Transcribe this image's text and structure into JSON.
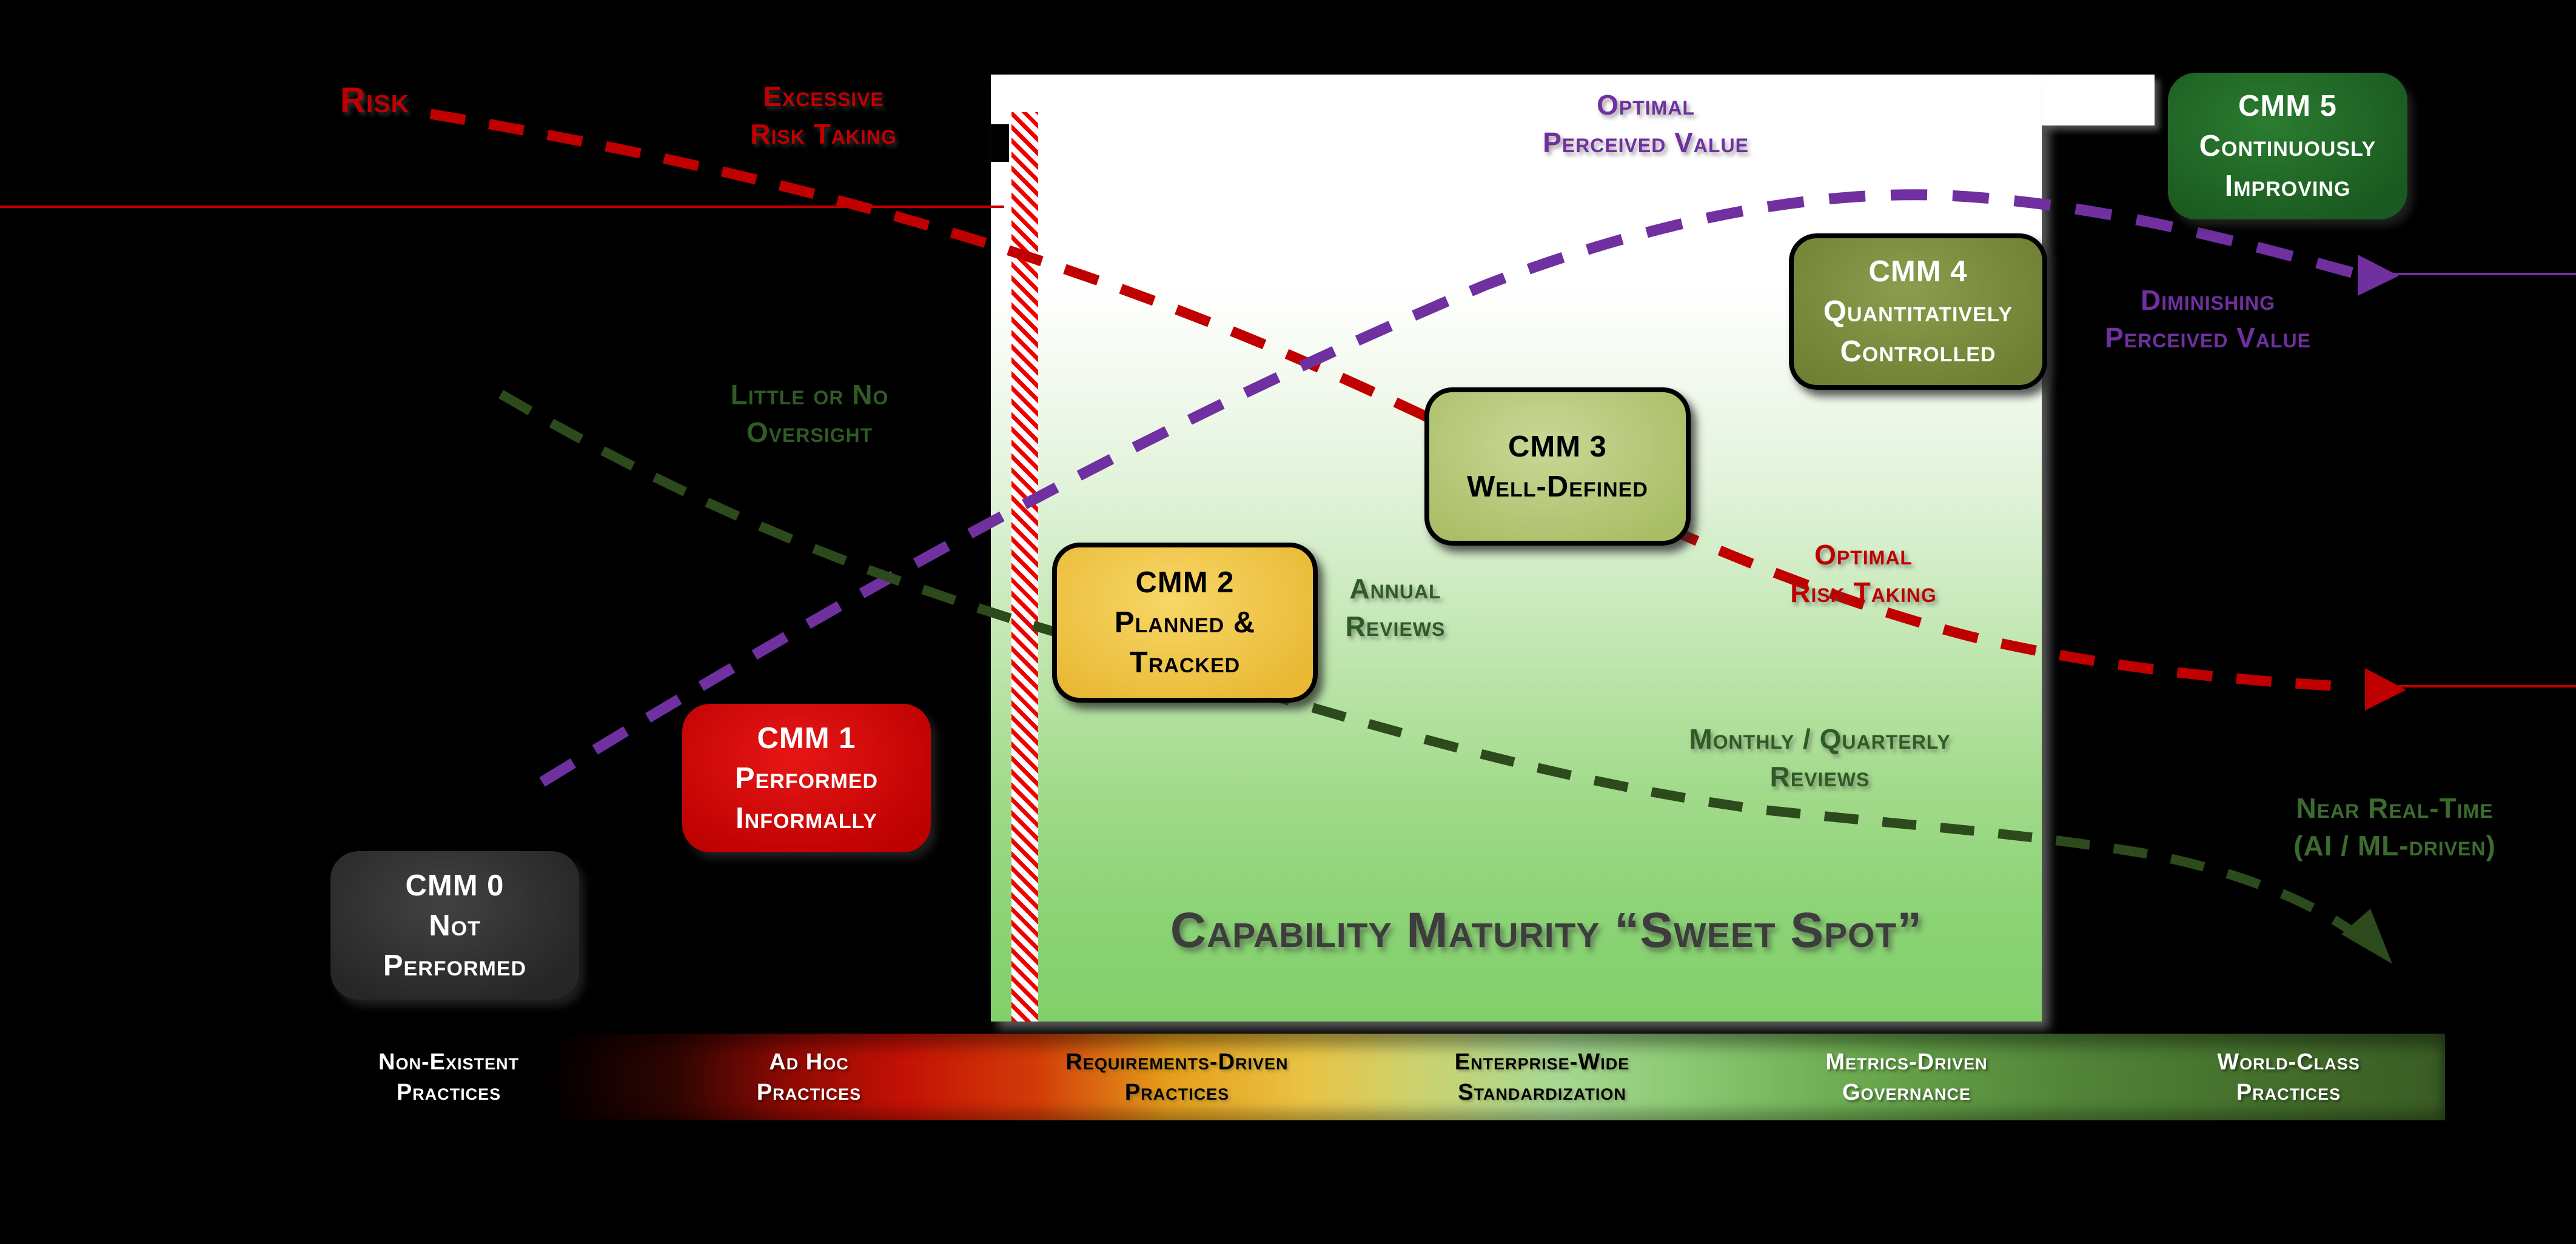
{
  "title": {
    "text": "Capability Maturity “Sweet Spot”"
  },
  "colors": {
    "risk_red": "#C00000",
    "value_purple": "#7030A0",
    "oversight_green": "#2C4A1B",
    "label_green": "#2F5B25",
    "near_real_time_green": "#3C6B2F",
    "title_gray": "#3D3D3D",
    "hatch_red": "#EE0000",
    "plot_green": "#82CF6A"
  },
  "curve_labels": {
    "risk": {
      "text": "Risk"
    },
    "excessive": {
      "line1": "Excessive",
      "line2": "Risk Taking"
    },
    "optimal_value": {
      "line1": "Optimal",
      "line2": "Perceived Value"
    },
    "diminishing": {
      "line1": "Diminishing",
      "line2": "Perceived Value"
    },
    "oversight": {
      "line1": "Little or No",
      "line2": "Oversight"
    },
    "annual": {
      "line1": "Annual",
      "line2": "Reviews"
    },
    "optimal_risk": {
      "line1": "Optimal",
      "line2": "Risk Taking"
    },
    "monthly": {
      "line1": "Monthly / Quarterly",
      "line2": "Reviews"
    },
    "near_real_time": {
      "line1": "Near Real-Time",
      "line2": "(AI / ML-driven)"
    }
  },
  "cmm_boxes": [
    {
      "id": "cmm0",
      "line1": "CMM 0",
      "line2": "Not",
      "line3": "Performed",
      "fill": "#2F2F2F",
      "text_color": "#FFFFFF"
    },
    {
      "id": "cmm1",
      "line1": "CMM 1",
      "line2": "Performed",
      "line3": "Informally",
      "fill": "#D40E0E",
      "text_color": "#FFFFFF"
    },
    {
      "id": "cmm2",
      "line1": "CMM 2",
      "line2": "Planned &",
      "line3": "Tracked",
      "fill": "#F0C94C",
      "text_color": "#000000"
    },
    {
      "id": "cmm3",
      "line1": "CMM 3",
      "line2": "Well-Defined",
      "line3": "",
      "fill": "#B9CD7E",
      "text_color": "#000000"
    },
    {
      "id": "cmm4",
      "line1": "CMM 4",
      "line2": "Quantitatively",
      "line3": "Controlled",
      "fill": "#7E8F3E",
      "text_color": "#FFFFFF"
    },
    {
      "id": "cmm5",
      "line1": "CMM 5",
      "line2": "Continuously",
      "line3": "Improving",
      "fill": "#226B27",
      "text_color": "#FFFFFF"
    }
  ],
  "maturity_bar": {
    "labels": [
      {
        "line1": "Non-Existent",
        "line2": "Practices",
        "color": "#FFFFFF"
      },
      {
        "line1": "Ad Hoc",
        "line2": "Practices",
        "color": "#FFFFFF"
      },
      {
        "line1": "Requirements-Driven",
        "line2": "Practices",
        "color": "#000000"
      },
      {
        "line1": "Enterprise-Wide",
        "line2": "Standardization",
        "color": "#000000"
      },
      {
        "line1": "Metrics-Driven",
        "line2": "Governance",
        "color": "#FFFFFF"
      },
      {
        "line1": "World-Class",
        "line2": "Practices",
        "color": "#FFFFFF"
      }
    ]
  }
}
